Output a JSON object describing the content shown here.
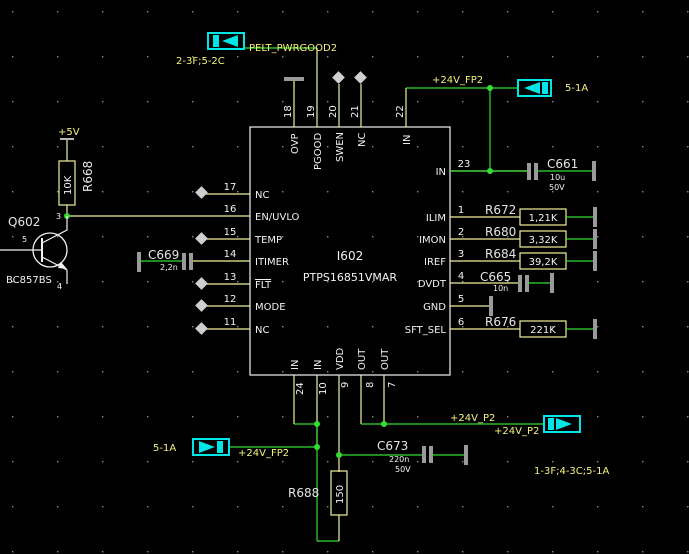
{
  "schematic": {
    "ic": {
      "ref": "I602",
      "part": "PTPS16851VMAR",
      "left_pins": [
        {
          "num": "17",
          "name": "NC"
        },
        {
          "num": "16",
          "name": "EN/UVLO"
        },
        {
          "num": "15",
          "name": "TEMP"
        },
        {
          "num": "14",
          "name": "ITIMER"
        },
        {
          "num": "13",
          "name": "FLT"
        },
        {
          "num": "12",
          "name": "MODE"
        },
        {
          "num": "11",
          "name": "NC"
        }
      ],
      "right_pins": [
        {
          "num": "23",
          "name": "IN"
        },
        {
          "num": "1",
          "name": "ILIM"
        },
        {
          "num": "2",
          "name": "IMON"
        },
        {
          "num": "3",
          "name": "IREF"
        },
        {
          "num": "4",
          "name": "DVDT"
        },
        {
          "num": "5",
          "name": "GND"
        },
        {
          "num": "6",
          "name": "SFT_SEL"
        }
      ],
      "top_pins": [
        {
          "num": "18",
          "name": "OVP"
        },
        {
          "num": "19",
          "name": "PGOOD"
        },
        {
          "num": "20",
          "name": "SWEN"
        },
        {
          "num": "21",
          "name": "NC"
        },
        {
          "num": "22",
          "name": "IN"
        }
      ],
      "bottom_pins": [
        {
          "num": "24",
          "name": "IN"
        },
        {
          "num": "10",
          "name": "IN"
        },
        {
          "num": "9",
          "name": "VDD"
        },
        {
          "num": "8",
          "name": "OUT"
        },
        {
          "num": "7",
          "name": "OUT"
        }
      ]
    },
    "resistors": [
      {
        "ref": "R672",
        "value": "1,21K"
      },
      {
        "ref": "R680",
        "value": "3,32K"
      },
      {
        "ref": "R684",
        "value": "39,2K"
      },
      {
        "ref": "R676",
        "value": "221K"
      }
    ],
    "r668": {
      "ref": "R668",
      "value": "10K"
    },
    "r688": {
      "ref": "R688",
      "value": "150"
    },
    "capacitors": {
      "c661": {
        "ref": "C661",
        "value": "10u",
        "voltage": "50V"
      },
      "c669": {
        "ref": "C669",
        "value": "2,2n"
      },
      "c665": {
        "ref": "C665",
        "value": "10n"
      },
      "c673": {
        "ref": "C673",
        "value": "220n",
        "voltage": "50V"
      }
    },
    "transistor": {
      "ref": "Q602",
      "part": "BC857BS",
      "pin_base": "5",
      "pin_collector": "3",
      "pin_emitter": "4"
    },
    "supply": "+5V",
    "nets": {
      "pelt_pwrgood": "PELT_PWRGOOD2",
      "pelt_xref": "2-3F;5-2C",
      "fp2_top": "+24V_FP2",
      "fp2_top_xref": "5-1A",
      "fp2_left": "+24V_FP2",
      "fp2_left_xref": "5-1A",
      "p2_out": "+24V_P2",
      "p2_flag": "+24V_P2",
      "p2_xref": "1-3F;4-3C;5-1A"
    },
    "colors": {
      "wire": "#33dd33",
      "pin": "#f3f09a",
      "flag": "#00e5e5",
      "background": "#000000"
    }
  }
}
